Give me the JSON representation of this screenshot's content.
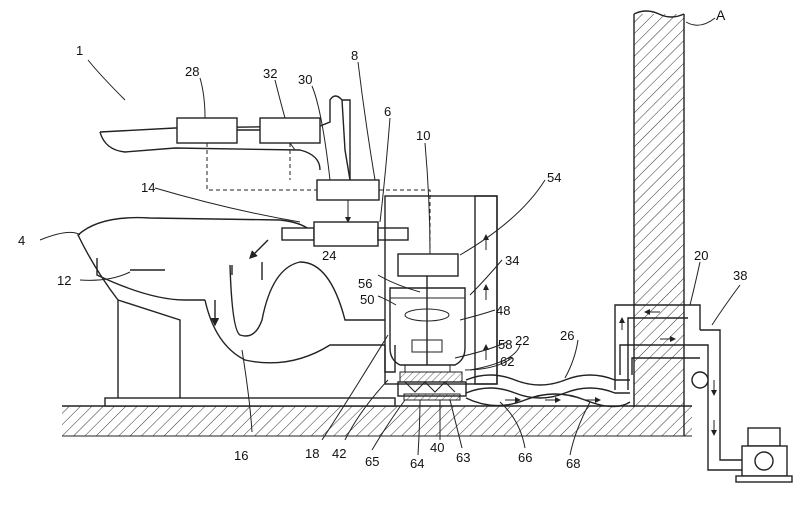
{
  "figure": {
    "labels": {
      "device": "1",
      "bowl_rim": "4",
      "controller": "6",
      "unit_8": "8",
      "motor": "10",
      "trap": "12",
      "body": "14",
      "bowl_bottom": "16",
      "outlet": "18",
      "outer_pipe": "20",
      "inner_part": "22",
      "valve": "24",
      "pipe_26": "26",
      "box_28": "28",
      "box_30": "30",
      "box_32": "32",
      "housing_34": "34",
      "pump": "38",
      "base_40": "40",
      "bracket_42": "42",
      "chamber_48": "48",
      "impeller_50": "50",
      "motor_top": "54",
      "shaft": "56",
      "blade_58": "58",
      "cutter": "62",
      "part_63": "63",
      "part_64": "64",
      "part_65": "65",
      "hose_66": "66",
      "hose_68": "68",
      "wall": "A"
    }
  }
}
